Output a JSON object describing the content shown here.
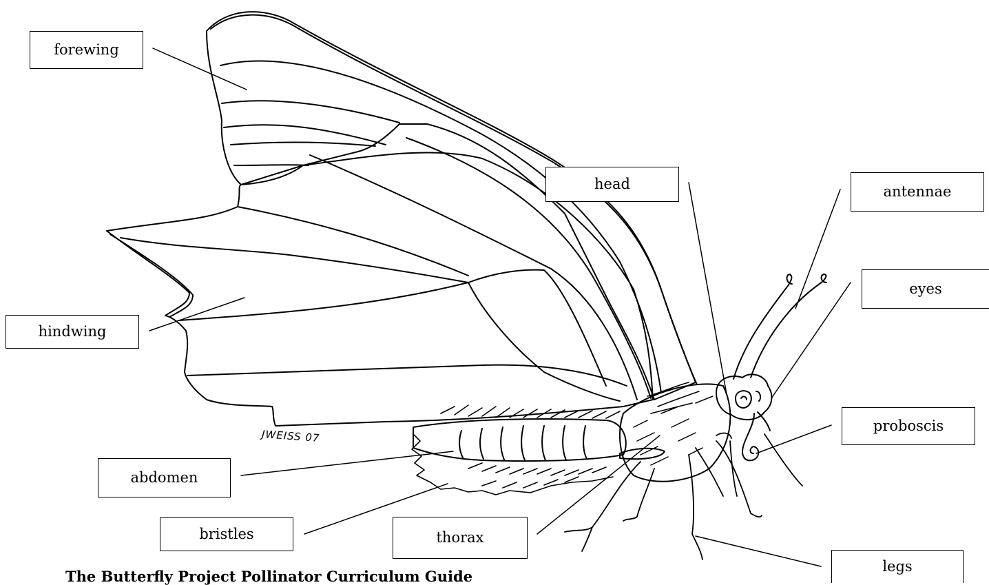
{
  "labels": {
    "forewing": "forewing",
    "hindwing": "hindwing",
    "head": "head",
    "antennae": "antennae",
    "eyes": "eyes",
    "proboscis": "proboscis",
    "abdomen": "abdomen",
    "bristles": "bristles",
    "thorax": "thorax",
    "legs": "legs"
  },
  "signature": "JWEISS 07",
  "caption": "The Butterfly Project Pollinator Curriculum Guide"
}
